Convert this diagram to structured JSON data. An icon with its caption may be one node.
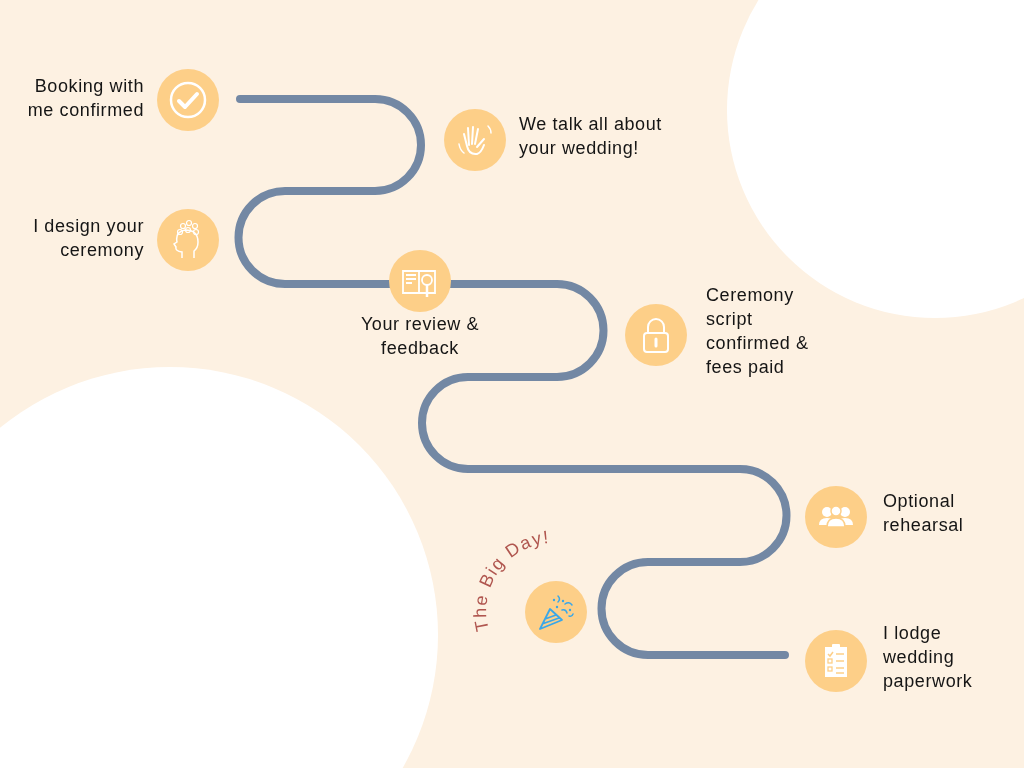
{
  "diagram": {
    "nodes": [
      {
        "text": [
          "Booking with me confirmed"
        ]
      },
      {
        "text": [
          "We talk all about your wedding!"
        ]
      },
      {
        "text": [
          "I design your ceremony"
        ]
      },
      {
        "text": [
          "Your review & feedback"
        ]
      },
      {
        "text": [
          "Ceremony script confirmed & fees paid"
        ]
      },
      {
        "text": [
          "Optional rehearsal"
        ]
      },
      {
        "text": [
          "The Big Day!"
        ]
      },
      {
        "text": [
          "I lodge wedding paperwork"
        ]
      }
    ]
  }
}
